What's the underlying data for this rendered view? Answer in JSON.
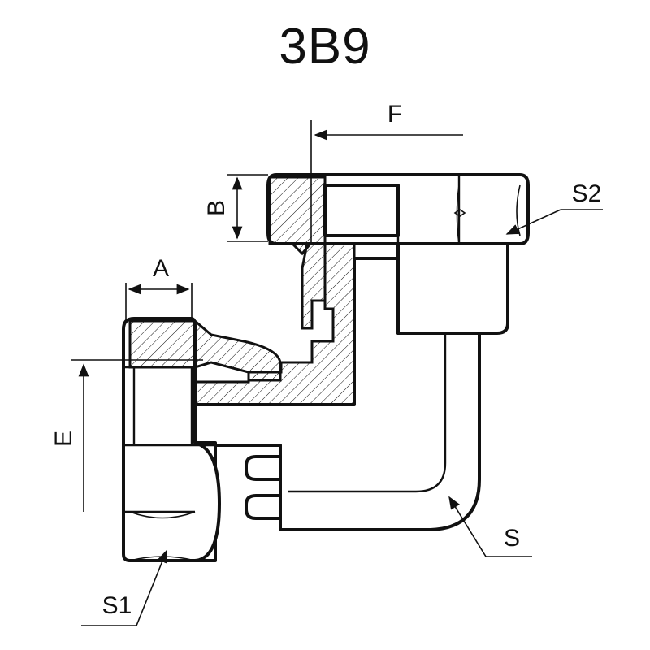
{
  "title": "3B9",
  "labels": {
    "F": "F",
    "B": "B",
    "A": "A",
    "E": "E",
    "S2": "S2",
    "S1": "S1",
    "S": "S"
  }
}
